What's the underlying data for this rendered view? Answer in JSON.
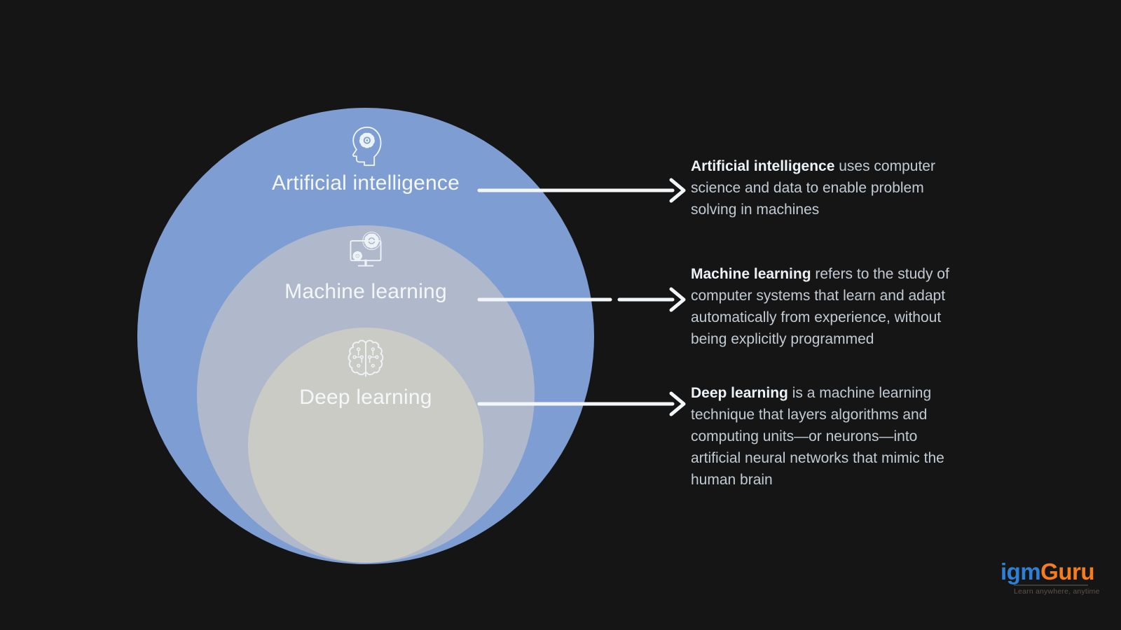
{
  "background_color": "#151515",
  "diagram": {
    "rings": [
      {
        "label": "Artificial intelligence",
        "icon": "head-with-gear-icon",
        "color": "#7e9dd2"
      },
      {
        "label": "Machine learning",
        "icon": "monitor-with-gears-icon",
        "color": "#b0b9cb"
      },
      {
        "label": "Deep learning",
        "icon": "brain-icon",
        "color": "#cbcbc5"
      }
    ],
    "descriptions": [
      {
        "lines": [
          {
            "b": "Artificial intelligence",
            "t": " uses computer"
          },
          {
            "b": "",
            "t": "science and data to enable problem"
          },
          {
            "b": "",
            "t": "solving in machines"
          }
        ]
      },
      {
        "lines": [
          {
            "b": "Machine learning",
            "t": " refers to the study of"
          },
          {
            "b": "",
            "t": "computer systems that learn and adapt"
          },
          {
            "b": "",
            "t": "automatically from experience, without"
          },
          {
            "b": "",
            "t": "being explicitly programmed"
          }
        ]
      },
      {
        "lines": [
          {
            "b": "Deep learning",
            "t": " is a machine learning"
          },
          {
            "b": "",
            "t": "technique that layers algorithms and"
          },
          {
            "b": "",
            "t": "computing units—or neurons—into"
          },
          {
            "b": "",
            "t": "artificial neural networks that mimic the"
          },
          {
            "b": "",
            "t": "human brain"
          }
        ]
      }
    ],
    "arrow_color": "#f3f6f8",
    "label_text_color": "#f4f7fa",
    "description_text_color": "#c2cbd4"
  },
  "logo": {
    "part1": "igm",
    "part2": "Guru",
    "tagline": "Learn anywhere, anytime",
    "part1_color": "#2e7fd6",
    "part2_color": "#f57d1f"
  }
}
